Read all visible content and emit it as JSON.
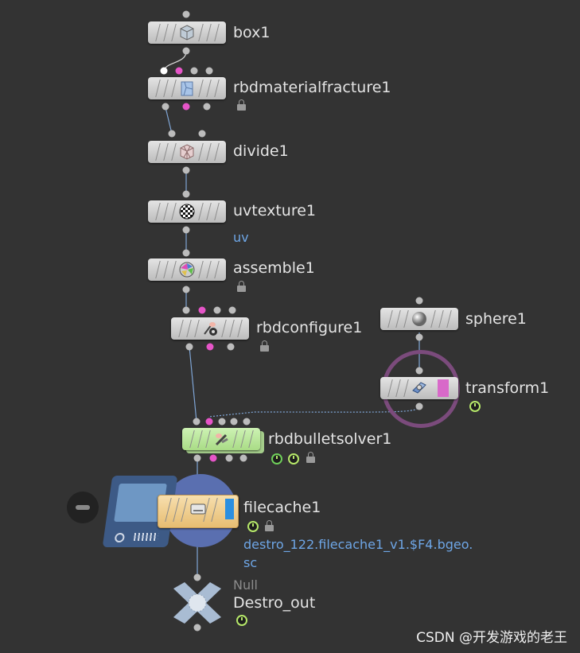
{
  "nodes": {
    "box": {
      "name": "box1"
    },
    "rbdmaterialfracture": {
      "name": "rbdmaterialfracture1"
    },
    "divide": {
      "name": "divide1"
    },
    "uvtexture": {
      "name": "uvtexture1",
      "attribute": "uv"
    },
    "assemble": {
      "name": "assemble1"
    },
    "rbdconfigure": {
      "name": "rbdconfigure1"
    },
    "sphere": {
      "name": "sphere1"
    },
    "transform": {
      "name": "transform1"
    },
    "rbdbulletsolver": {
      "name": "rbdbulletsolver1"
    },
    "filecache": {
      "name": "filecache1",
      "path_line1": "destro_122.filecache1_v1.$F4.bgeo.",
      "path_line2": "sc"
    },
    "null": {
      "type_label": "Null",
      "name": "Destro_out"
    }
  },
  "watermark": "CSDN @开发游戏的老王",
  "colors": {
    "background": "#333333",
    "node_gray": "#d4d4d4",
    "solver_green": "#b9e89a",
    "filecache_orange": "#f3d39a",
    "pink_port": "#e655c8",
    "wire": "#7fa5d5",
    "path_text": "#6ea6e6",
    "clock_green": "#b6e86a"
  },
  "icons": [
    "cube-icon",
    "fracture-icon",
    "divide-icon",
    "checker-icon",
    "assemble-icon",
    "configure-icon",
    "sphere-icon",
    "transform-icon",
    "solver-icon",
    "disk-icon",
    "null-icon",
    "lock-icon",
    "clock-icon"
  ]
}
